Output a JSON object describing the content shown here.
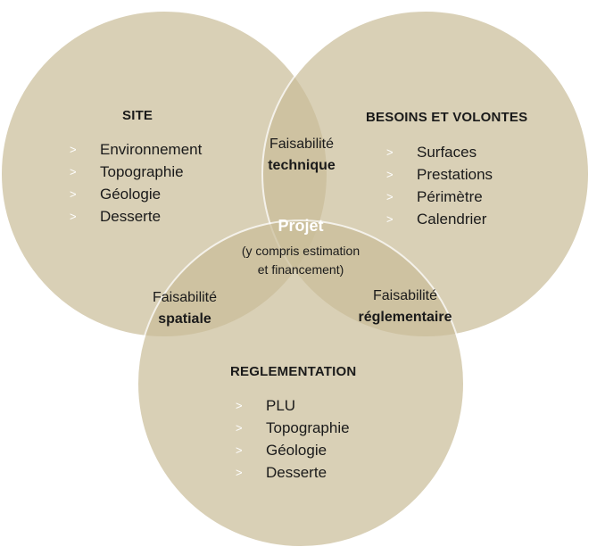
{
  "colors": {
    "circle_fill": "#cbbe9a",
    "circle_stroke": "#ffffff",
    "chevron": "#ffffff",
    "center_title": "#ffffff"
  },
  "circles": {
    "site": {
      "title": "SITE",
      "items": [
        "Environnement",
        "Topographie",
        "Géologie",
        "Desserte"
      ]
    },
    "besoins": {
      "title": "BESOINS ET VOLONTES",
      "items": [
        "Surfaces",
        "Prestations",
        "Périmètre",
        "Calendrier"
      ]
    },
    "reglementation": {
      "title": "REGLEMENTATION",
      "items": [
        "PLU",
        "Topographie",
        "Géologie",
        "Desserte"
      ]
    }
  },
  "intersections": {
    "technique": {
      "line1": "Faisabilité",
      "line2": "technique"
    },
    "spatiale": {
      "line1": "Faisabilité",
      "line2": "spatiale"
    },
    "reglementaire": {
      "line1": "Faisabilité",
      "line2": "réglementaire"
    }
  },
  "center": {
    "title": "Projet",
    "line1": "(y compris estimation",
    "line2": "et financement)"
  },
  "chevron_glyph": ">"
}
